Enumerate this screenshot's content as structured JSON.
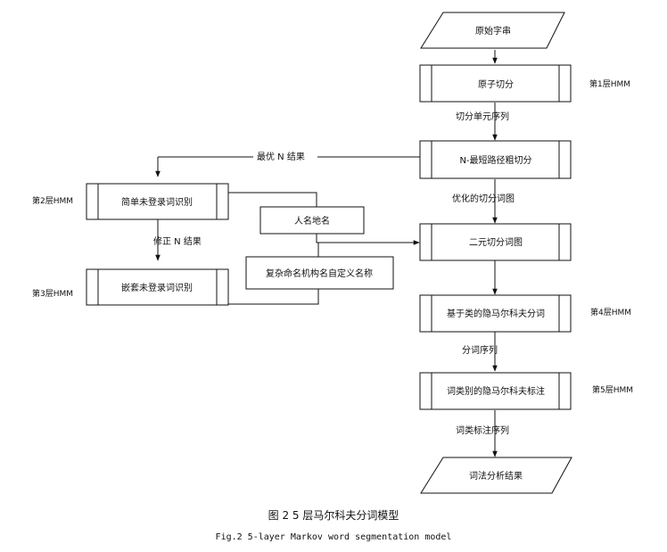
{
  "nodes": {
    "raw_string": "原始字串",
    "atomic_seg": "原子切分",
    "nshortest_seg": "N-最短路径粗切分",
    "simple_unknown": "简单未登录词识别",
    "person_place": "人名地名",
    "bigram_seg": "二元切分词图",
    "complex_names": "复杂命名机构名自定义名称",
    "nested_unknown": "嵌套未登录词识别",
    "class_hmm": "基于类的隐马尔科夫分词",
    "pos_hmm": "词类别的隐马尔科夫标注",
    "result": "词法分析结果"
  },
  "edges": {
    "atomic_units": "切分单元序列",
    "best_n": "最优 N 结果",
    "optimized_graph": "优化的切分词图",
    "revised_n": "修正 N 结果",
    "word_seq": "分词序列",
    "tag_seq": "词类标注序列"
  },
  "layers": {
    "l1": "第1层HMM",
    "l2": "第2层HMM",
    "l3": "第3层HMM",
    "l4": "第4层HMM",
    "l5": "第5层HMM"
  },
  "caption": {
    "cn": "图 2 5 层马尔科夫分词模型",
    "en": "Fig.2  5-layer Markov word segmentation model"
  }
}
